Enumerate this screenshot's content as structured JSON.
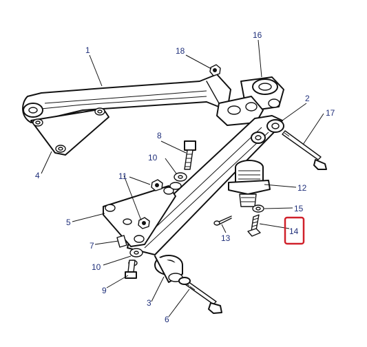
{
  "diagram": {
    "callouts": [
      {
        "id": "1",
        "label": "1"
      },
      {
        "id": "2",
        "label": "2"
      },
      {
        "id": "3",
        "label": "3"
      },
      {
        "id": "4",
        "label": "4"
      },
      {
        "id": "5",
        "label": "5"
      },
      {
        "id": "6",
        "label": "6"
      },
      {
        "id": "7",
        "label": "7"
      },
      {
        "id": "8",
        "label": "8"
      },
      {
        "id": "9",
        "label": "9"
      },
      {
        "id": "10a",
        "label": "10"
      },
      {
        "id": "10b",
        "label": "10"
      },
      {
        "id": "11",
        "label": "11"
      },
      {
        "id": "12",
        "label": "12"
      },
      {
        "id": "13",
        "label": "13"
      },
      {
        "id": "14",
        "label": "14"
      },
      {
        "id": "15",
        "label": "15"
      },
      {
        "id": "16",
        "label": "16"
      },
      {
        "id": "17",
        "label": "17"
      },
      {
        "id": "18",
        "label": "18"
      }
    ],
    "highlighted_callout": "14",
    "colors": {
      "label": "#1f2f7a",
      "highlight": "#d0202a",
      "line": "#111111"
    }
  }
}
